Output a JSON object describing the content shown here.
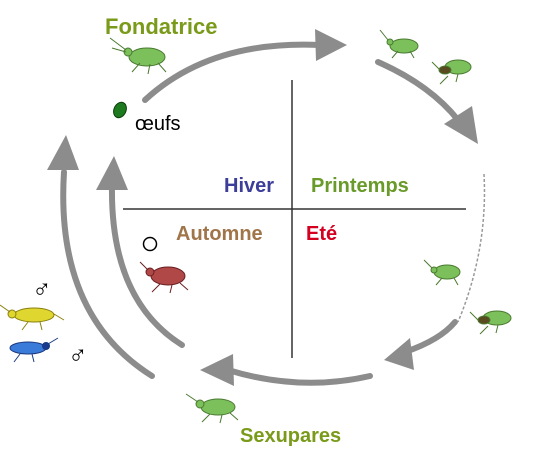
{
  "labels": {
    "fondatrice": "Fondatrice",
    "sexupares": "Sexupares",
    "eggs": "œufs"
  },
  "seasons": {
    "hiver": "Hiver",
    "printemps": "Printemps",
    "automne": "Automne",
    "ete": "Eté"
  },
  "symbols": {
    "male_1": "♂",
    "male_2": "♂"
  },
  "colors": {
    "arrow": "#8c8c8c",
    "aphid_green": "#6ab04c",
    "aphid_red": "#a83a3a",
    "aphid_yellow": "#d8d020",
    "aphid_blue": "#2a5fc8",
    "egg": "#1e7a1e"
  }
}
